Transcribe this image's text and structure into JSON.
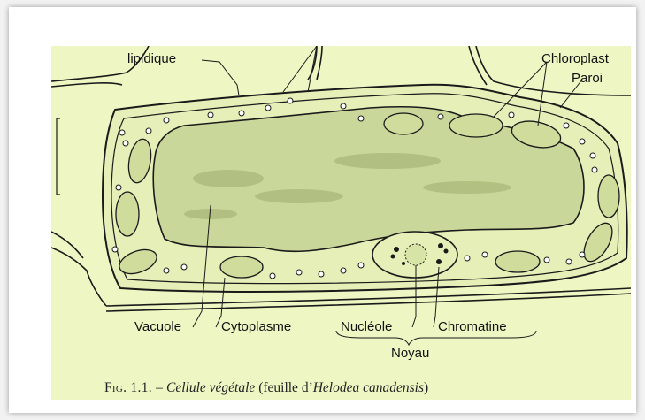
{
  "diagram": {
    "colors": {
      "background": "#eef7c3",
      "cell": "#e6efb8",
      "vacuole": "#c9d89a",
      "ink": "#1a1a1a"
    },
    "labels": {
      "lipidique": "lipidique",
      "chloroplast": "Chloroplast",
      "paroi": "Paroi",
      "vacuole": "Vacuole",
      "cytoplasme": "Cytoplasme",
      "nucleole": "Nucléole",
      "chromatine": "Chromatine",
      "noyau": "Noyau"
    },
    "caption": {
      "fig": "Fig. 1.1. –",
      "title": "Cellule végétale",
      "middle": "(feuille d’",
      "species": "Helodea canadensis",
      "end": ")"
    }
  }
}
